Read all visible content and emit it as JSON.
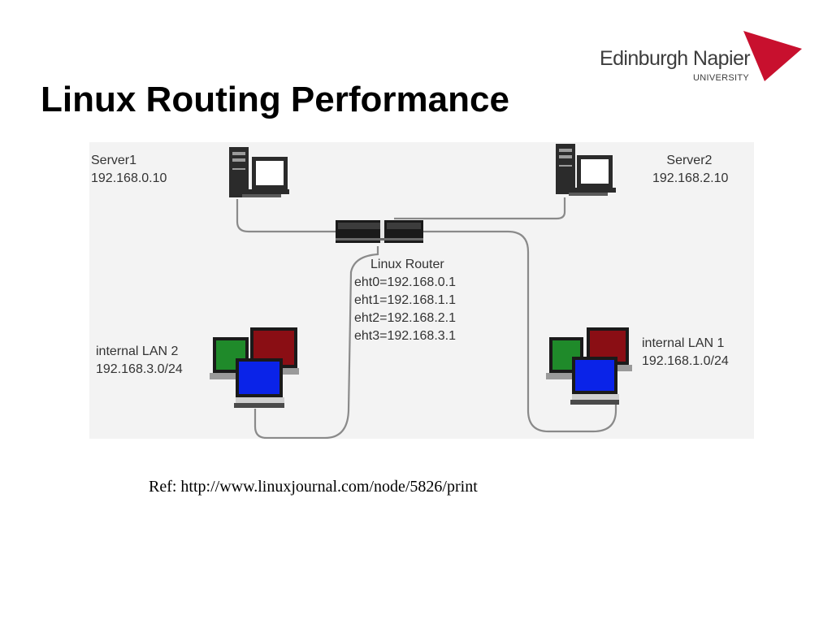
{
  "slide": {
    "title": "Linux Routing Performance",
    "reference": "Ref: http://www.linuxjournal.com/node/5826/print"
  },
  "logo": {
    "name": "Edinburgh Napier",
    "subtitle": "UNIVERSITY",
    "mark_color": "#c8102e"
  },
  "diagram": {
    "server1": {
      "name": "Server1",
      "ip": "192.168.0.10"
    },
    "server2": {
      "name": "Server2",
      "ip": "192.168.2.10"
    },
    "router": {
      "name": "Linux Router",
      "interfaces": [
        "eht0=192.168.0.1",
        "eht1=192.168.1.1",
        "eht2=192.168.2.1",
        "eht3=192.168.3.1"
      ]
    },
    "lan2": {
      "name": "internal LAN 2",
      "subnet": "192.168.3.0/24"
    },
    "lan1": {
      "name": "internal LAN 1",
      "subnet": "192.168.1.0/24"
    },
    "colors": {
      "background": "#f3f3f3",
      "monitor_green": "#1f8a2a",
      "monitor_red": "#8a0e14",
      "monitor_blue": "#0a23e8",
      "cable": "#8a8a8a"
    }
  }
}
